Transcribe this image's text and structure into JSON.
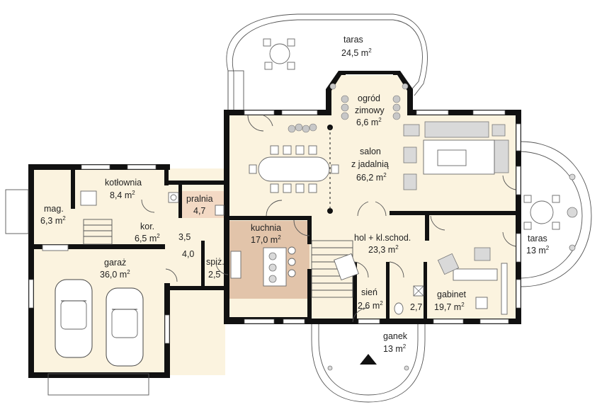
{
  "rooms": {
    "taras_top": {
      "name": "taras",
      "area": "24,5 m",
      "exp": "2"
    },
    "ogrod": {
      "name1": "ogród",
      "name2": "zimowy",
      "area": "6,6 m",
      "exp": "2"
    },
    "salon": {
      "name1": "salon",
      "name2": "z jadalnią",
      "area": "66,2 m",
      "exp": "2"
    },
    "kotlownia": {
      "name": "kotłownia",
      "area": "8,4 m",
      "exp": "2"
    },
    "pralnia": {
      "name": "pralnia",
      "area": "4,7"
    },
    "mag": {
      "name": "mag.",
      "area": "6,3 m",
      "exp": "2"
    },
    "kor": {
      "name": "kor.",
      "area": "6,5 m",
      "exp": "2"
    },
    "kuchnia": {
      "name": "kuchnia",
      "area": "17,0 m",
      "exp": "2"
    },
    "hol": {
      "name": "hol + kl.schod.",
      "area": "23,3 m",
      "exp": "2"
    },
    "taras_right": {
      "name": "taras",
      "area": "13 m",
      "exp": "2"
    },
    "garaz": {
      "name": "garaż",
      "area": "36,0 m",
      "exp": "2"
    },
    "small1": {
      "area": "3,5"
    },
    "small2": {
      "area": "4,0"
    },
    "spiz": {
      "name": "spiż.",
      "area": "2,5"
    },
    "sien": {
      "name": "sień",
      "area": "2,6 m",
      "exp": "2"
    },
    "wc": {
      "area": "2,7"
    },
    "gabinet": {
      "name": "gabinet",
      "area": "19,7 m",
      "exp": "2"
    },
    "ganek": {
      "name": "ganek",
      "area": "13 m",
      "exp": "2"
    }
  },
  "colors": {
    "floor": "#fbf3df",
    "kitchen": "#e2c4aa",
    "wall": "#111111",
    "pralnia": "#f3d9c4"
  }
}
